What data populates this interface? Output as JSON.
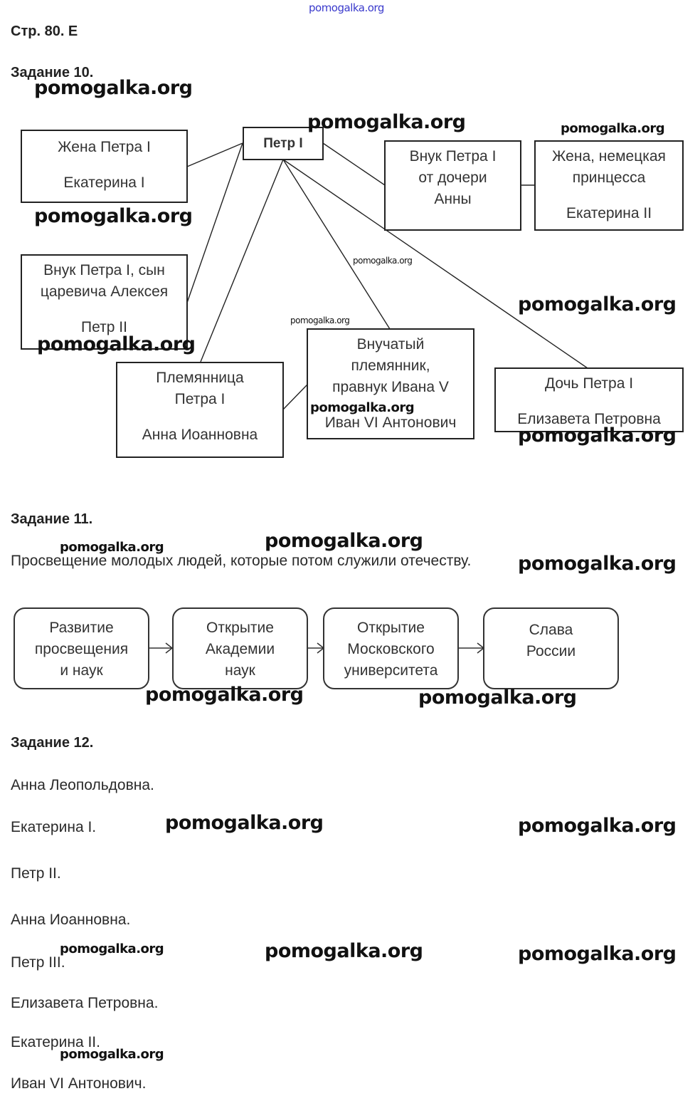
{
  "watermark": "pomogalka.org",
  "page_header": "Стр. 80. Е",
  "task10": {
    "heading": "Задание 10.",
    "center": "Петр I",
    "nodes": {
      "wife": [
        "Жена Петра I",
        "Екатерина I"
      ],
      "grandson_alexey": [
        "Внук Петра I, сын",
        "царевича Алексея",
        "Петр II"
      ],
      "niece": [
        "Племянница",
        "Петра I",
        "Анна Иоанновна"
      ],
      "great_nephew": [
        "Внучатый",
        "племянник,",
        "правнук Ивана V",
        "Иван VI Антонович"
      ],
      "daughter": [
        "Дочь Петра I",
        "Елизавета Петровна"
      ],
      "grandson_anna": [
        "Внук Петра I",
        "от дочери",
        "Анны"
      ],
      "wife_princess": [
        "Жена, немецкая",
        "принцесса",
        "Екатерина II"
      ]
    }
  },
  "task11": {
    "heading": "Задание 11.",
    "answer": "Просвещение молодых людей, которые потом служили отечеству.",
    "flow": [
      [
        "Развитие",
        "просвещения",
        "и наук"
      ],
      [
        "Открытие",
        "Академии",
        "наук"
      ],
      [
        "Открытие",
        "Московского",
        "университета"
      ],
      [
        "Слава",
        "России"
      ]
    ]
  },
  "task12": {
    "heading": "Задание 12.",
    "items": [
      "Анна Леопольдовна.",
      "Екатерина I.",
      "Петр II.",
      "Анна Иоанновна.",
      "Петр III.",
      "Елизавета Петровна.",
      "Екатерина II.",
      "Иван VI Антонович."
    ]
  }
}
